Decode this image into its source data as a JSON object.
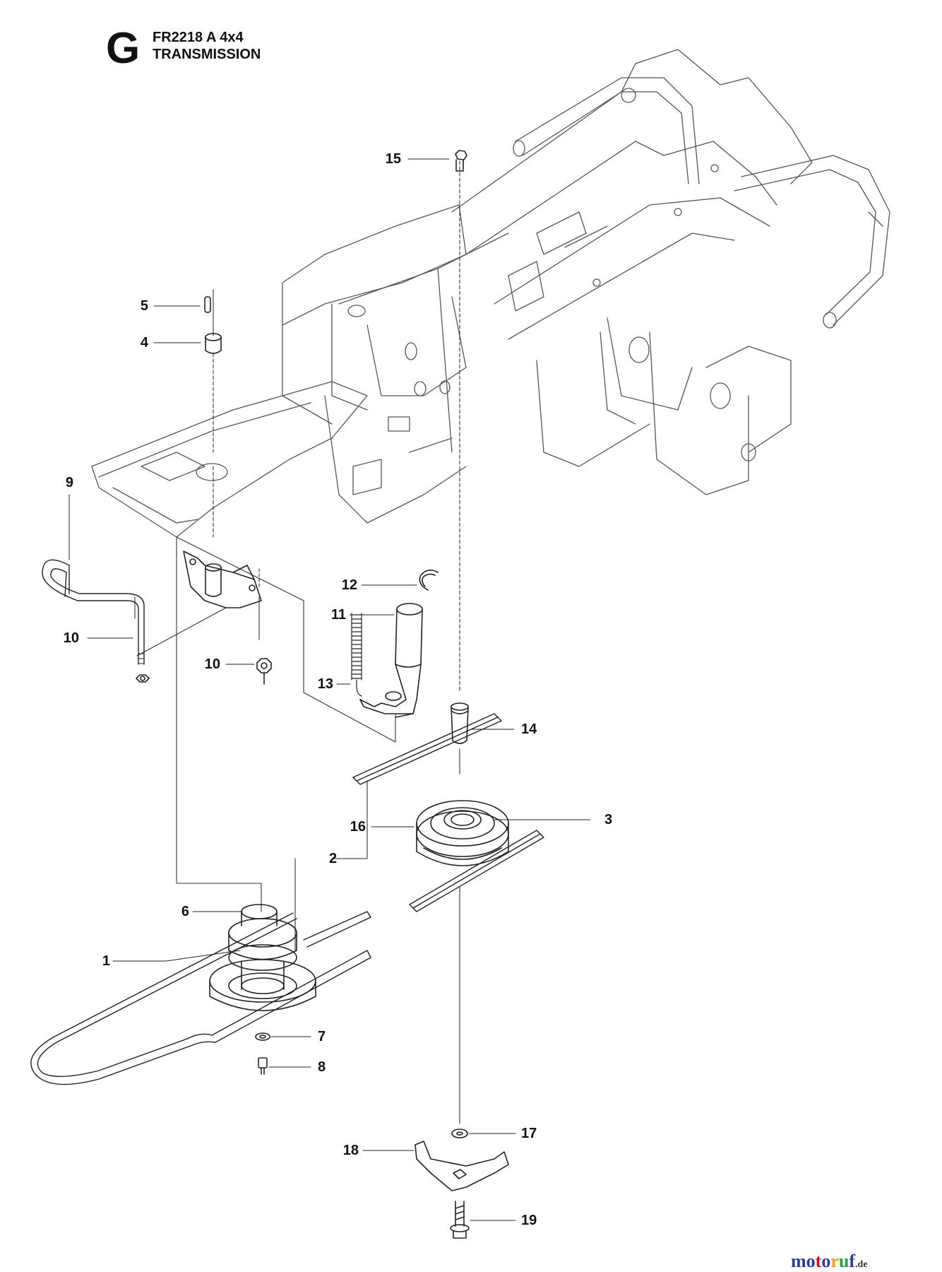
{
  "header": {
    "section_letter": "G",
    "model": "FR2218 A 4x4",
    "group": "TRANSMISSION"
  },
  "callouts": {
    "c15": "15",
    "c5": "5",
    "c4": "4",
    "c9": "9",
    "c10a": "10",
    "c10b": "10",
    "c12": "12",
    "c11": "11",
    "c13": "13",
    "c14": "14",
    "c16": "16",
    "c3": "3",
    "c2": "2",
    "c6": "6",
    "c1": "1",
    "c7": "7",
    "c8": "8",
    "c17": "17",
    "c18": "18",
    "c19": "19"
  },
  "watermark": {
    "brand": "motoruf",
    "tld": ".de",
    "letter_colors": [
      "#2a3f97",
      "#2a3f97",
      "#e30613",
      "#2a3f97",
      "#f5a000",
      "#2a9d3c",
      "#2a3f97"
    ]
  }
}
